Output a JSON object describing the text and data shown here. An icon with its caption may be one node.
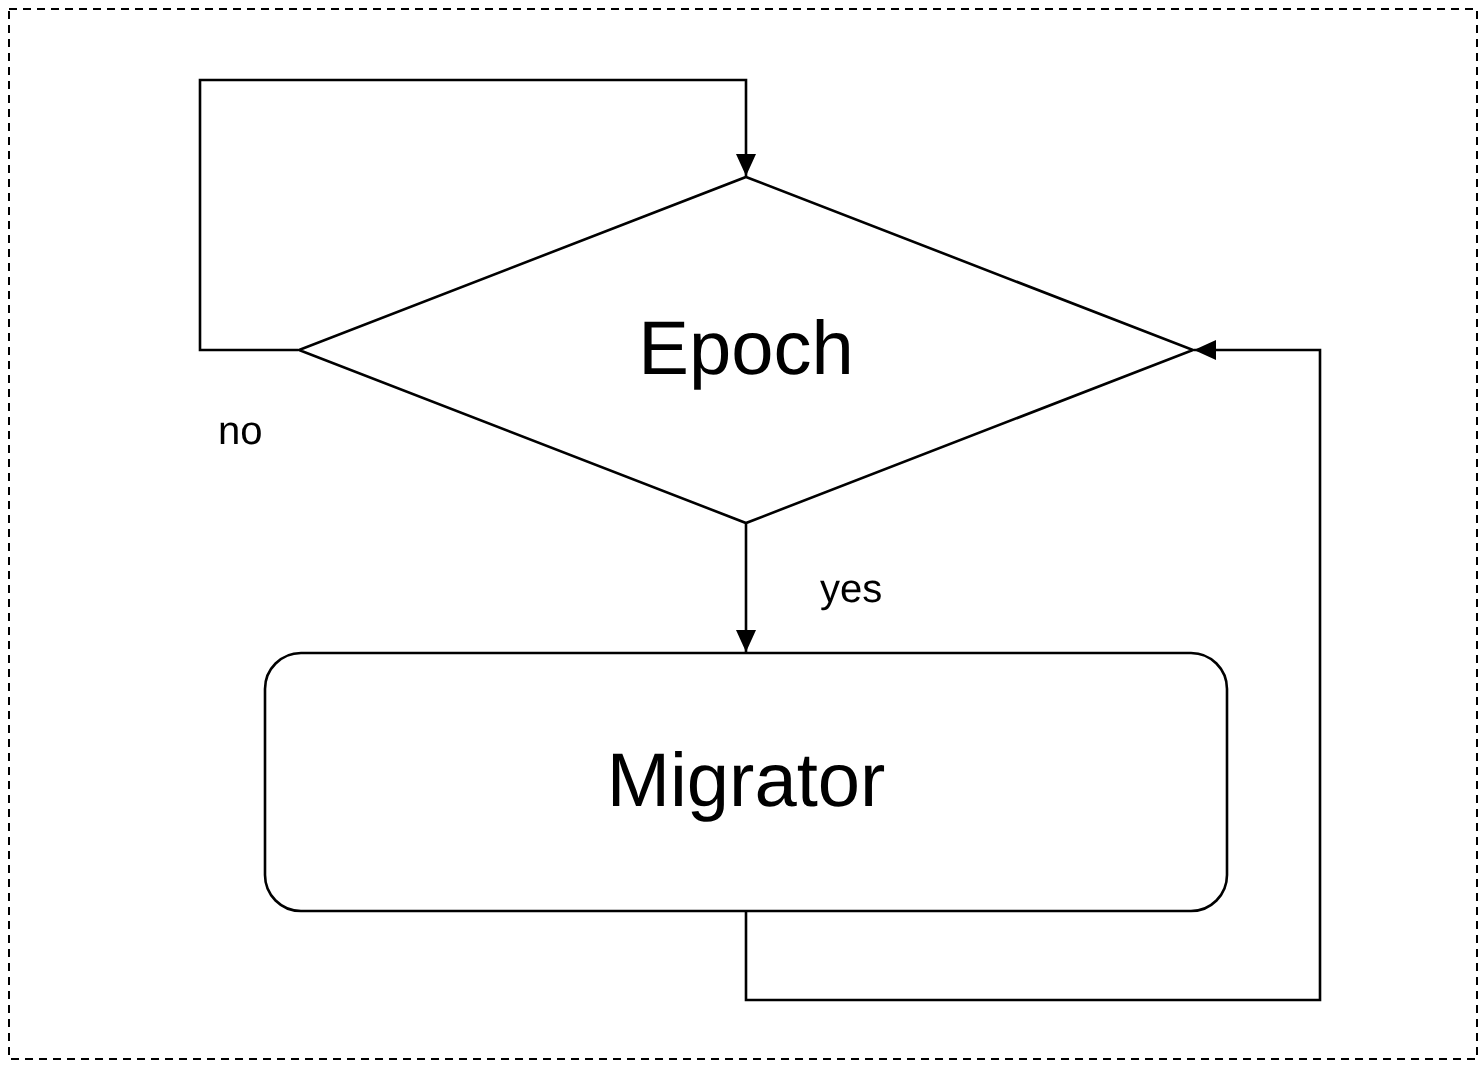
{
  "diagram": {
    "nodes": [
      {
        "text": [
          "Epoch"
        ]
      },
      {
        "text": [
          "Migrator"
        ]
      }
    ],
    "edges": [
      {
        "from": 0,
        "to": 0,
        "arrow": "to",
        "label": "no"
      },
      {
        "from": 0,
        "to": 1,
        "arrow": "to",
        "label": "yes"
      },
      {
        "from": 1,
        "to": 0,
        "arrow": "to"
      }
    ]
  }
}
